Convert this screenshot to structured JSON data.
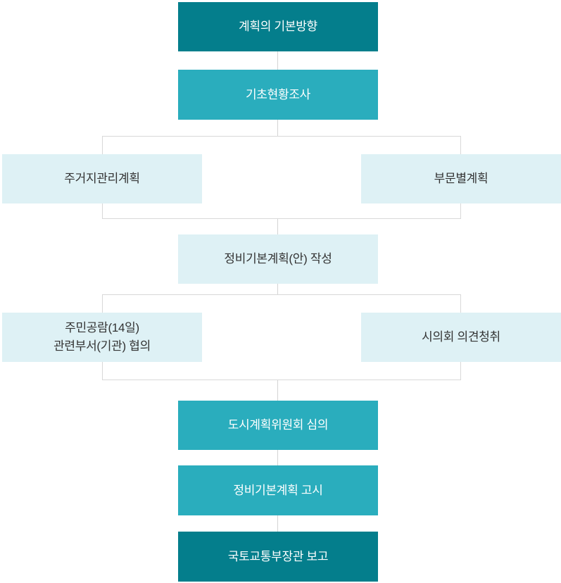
{
  "colors": {
    "dark_teal": "#047e8c",
    "teal": "#2aadbd",
    "light_blue": "#def1f5",
    "line_gray": "#d4d4d4",
    "frame_gray": "#d8d8d8",
    "text_dark": "#333333",
    "text_white": "#ffffff"
  },
  "flowchart": {
    "steps": {
      "plan_basic_direction": "계획의 기본방향",
      "basic_status_survey": "기초현황조사",
      "residential_mgmt_plan": "주거지관리계획",
      "sectoral_plan": "부문별계획",
      "draft_master_plan": "정비기본계획(안) 작성",
      "public_inspection_line1": "주민공람(14일)",
      "public_inspection_line2": "관련부서(기관) 협의",
      "council_opinion": "시의회 의견청취",
      "committee_review": "도시계획위원회 심의",
      "master_plan_notice": "정비기본계획 고시",
      "minister_report": "국토교통부장관 보고"
    }
  }
}
